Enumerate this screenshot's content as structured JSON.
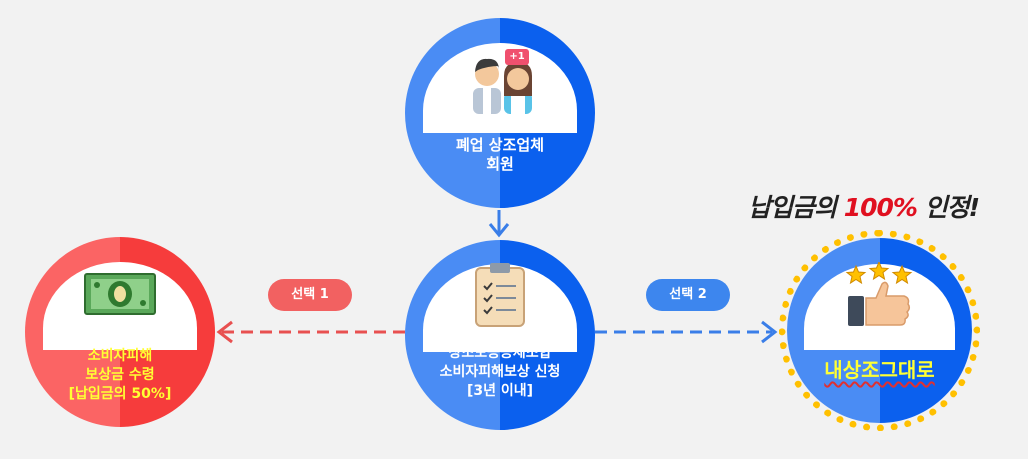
{
  "nodes": {
    "top": {
      "line1": "폐업 상조업체",
      "line2": "회원",
      "badge": "+1",
      "icon": "couple-icon"
    },
    "center": {
      "line1": "상조보증공제조합",
      "line2": "소비자피해보상 신청",
      "line3": "[3년 이내]",
      "icon": "clipboard-checklist-icon"
    },
    "left": {
      "line1": "소비자피해",
      "line2": "보상금 수령",
      "line3": "[납입금의 50%]",
      "icon": "money-bill-icon"
    },
    "right": {
      "line1": "내상조그대로",
      "icon": "thumbs-up-stars-icon"
    }
  },
  "choices": {
    "left": "선택 1",
    "right": "선택 2"
  },
  "headline": {
    "prefix": "납입금의 ",
    "highlight": "100%",
    "suffix": " 인정!"
  },
  "colors": {
    "blue_light": "#4a8cf4",
    "blue_dark": "#0b60ee",
    "red_light": "#fb6464",
    "red_dark": "#f63c3c",
    "gold": "#ffc000",
    "yellow_text": "#ffff33",
    "headline_red": "#e01020",
    "pill_red": "#f26161",
    "pill_blue": "#3d86ee"
  }
}
